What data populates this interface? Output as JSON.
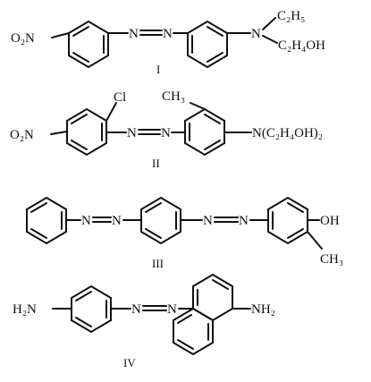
{
  "structures": [
    {
      "numeral": "I",
      "labels": {
        "nitro": "O₂N",
        "azo1": "N",
        "azo2": "N",
        "amineN": "N",
        "ethyl": "C₂H₅",
        "hydroxyethyl": "C₂H₄OH"
      }
    },
    {
      "numeral": "II",
      "labels": {
        "chloro": "Cl",
        "methyl": "CH₃",
        "nitro": "O₂N",
        "azo1": "N",
        "azo2": "N",
        "amine": "N(C₂H₄OH)₂"
      }
    },
    {
      "numeral": "III",
      "labels": {
        "azo1a": "N",
        "azo1b": "N",
        "azo2a": "N",
        "azo2b": "N",
        "hydroxyl": "OH",
        "methyl": "CH₃"
      }
    },
    {
      "numeral": "IV",
      "labels": {
        "amine1": "H₂N",
        "azo1": "N",
        "azo2": "N",
        "amine2": "NH₂"
      }
    }
  ]
}
